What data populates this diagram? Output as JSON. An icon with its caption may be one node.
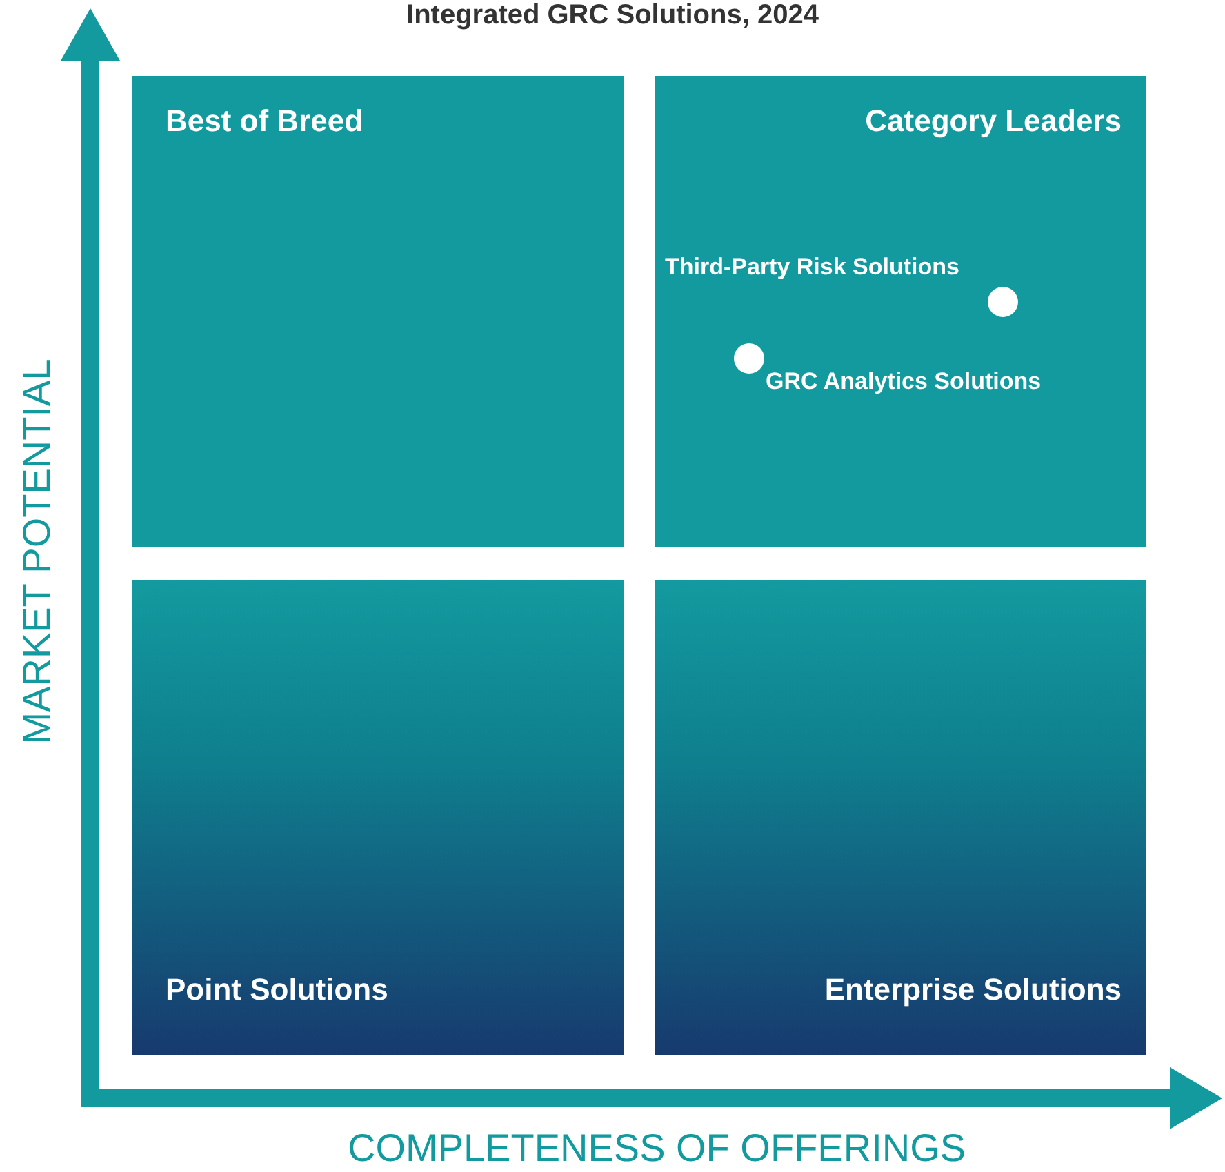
{
  "diagram": {
    "title": "Integrated GRC Solutions, 2024",
    "nodes": [
      {
        "text": [
          "Best of Breed"
        ]
      },
      {
        "text": [
          "Category Leaders"
        ]
      },
      {
        "text": [
          "Point Solutions"
        ]
      },
      {
        "text": [
          "Enterprise Solutions"
        ]
      },
      {
        "text": [],
        "shape": "circle",
        "in": 1,
        "beside": [
          "Third-Party Risk Solutions"
        ]
      },
      {
        "text": [],
        "shape": "circle",
        "in": 1,
        "beside": [
          "GRC Analytics Solutions"
        ]
      }
    ],
    "labels": [
      "MARKET POTENTIAL",
      "COMPLETENESS OF OFFERINGS"
    ]
  }
}
